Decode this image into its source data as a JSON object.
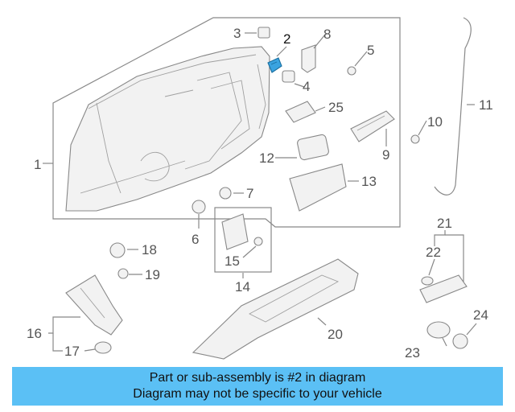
{
  "diagram": {
    "callouts": {
      "c1": "1",
      "c2": "2",
      "c3": "3",
      "c4": "4",
      "c5": "5",
      "c6": "6",
      "c7": "7",
      "c8": "8",
      "c9": "9",
      "c10": "10",
      "c11": "11",
      "c12": "12",
      "c13": "13",
      "c14": "14",
      "c15": "15",
      "c16": "16",
      "c17": "17",
      "c18": "18",
      "c19": "19",
      "c20": "20",
      "c21": "21",
      "c22": "22",
      "c23": "23",
      "c24": "24",
      "c25": "25"
    },
    "highlight_color": "#3aa3e0"
  },
  "caption": {
    "line1": "Part or sub-assembly is #2 in diagram",
    "line2": "Diagram may not be specific to your vehicle",
    "background_color": "#5bc0f5"
  }
}
